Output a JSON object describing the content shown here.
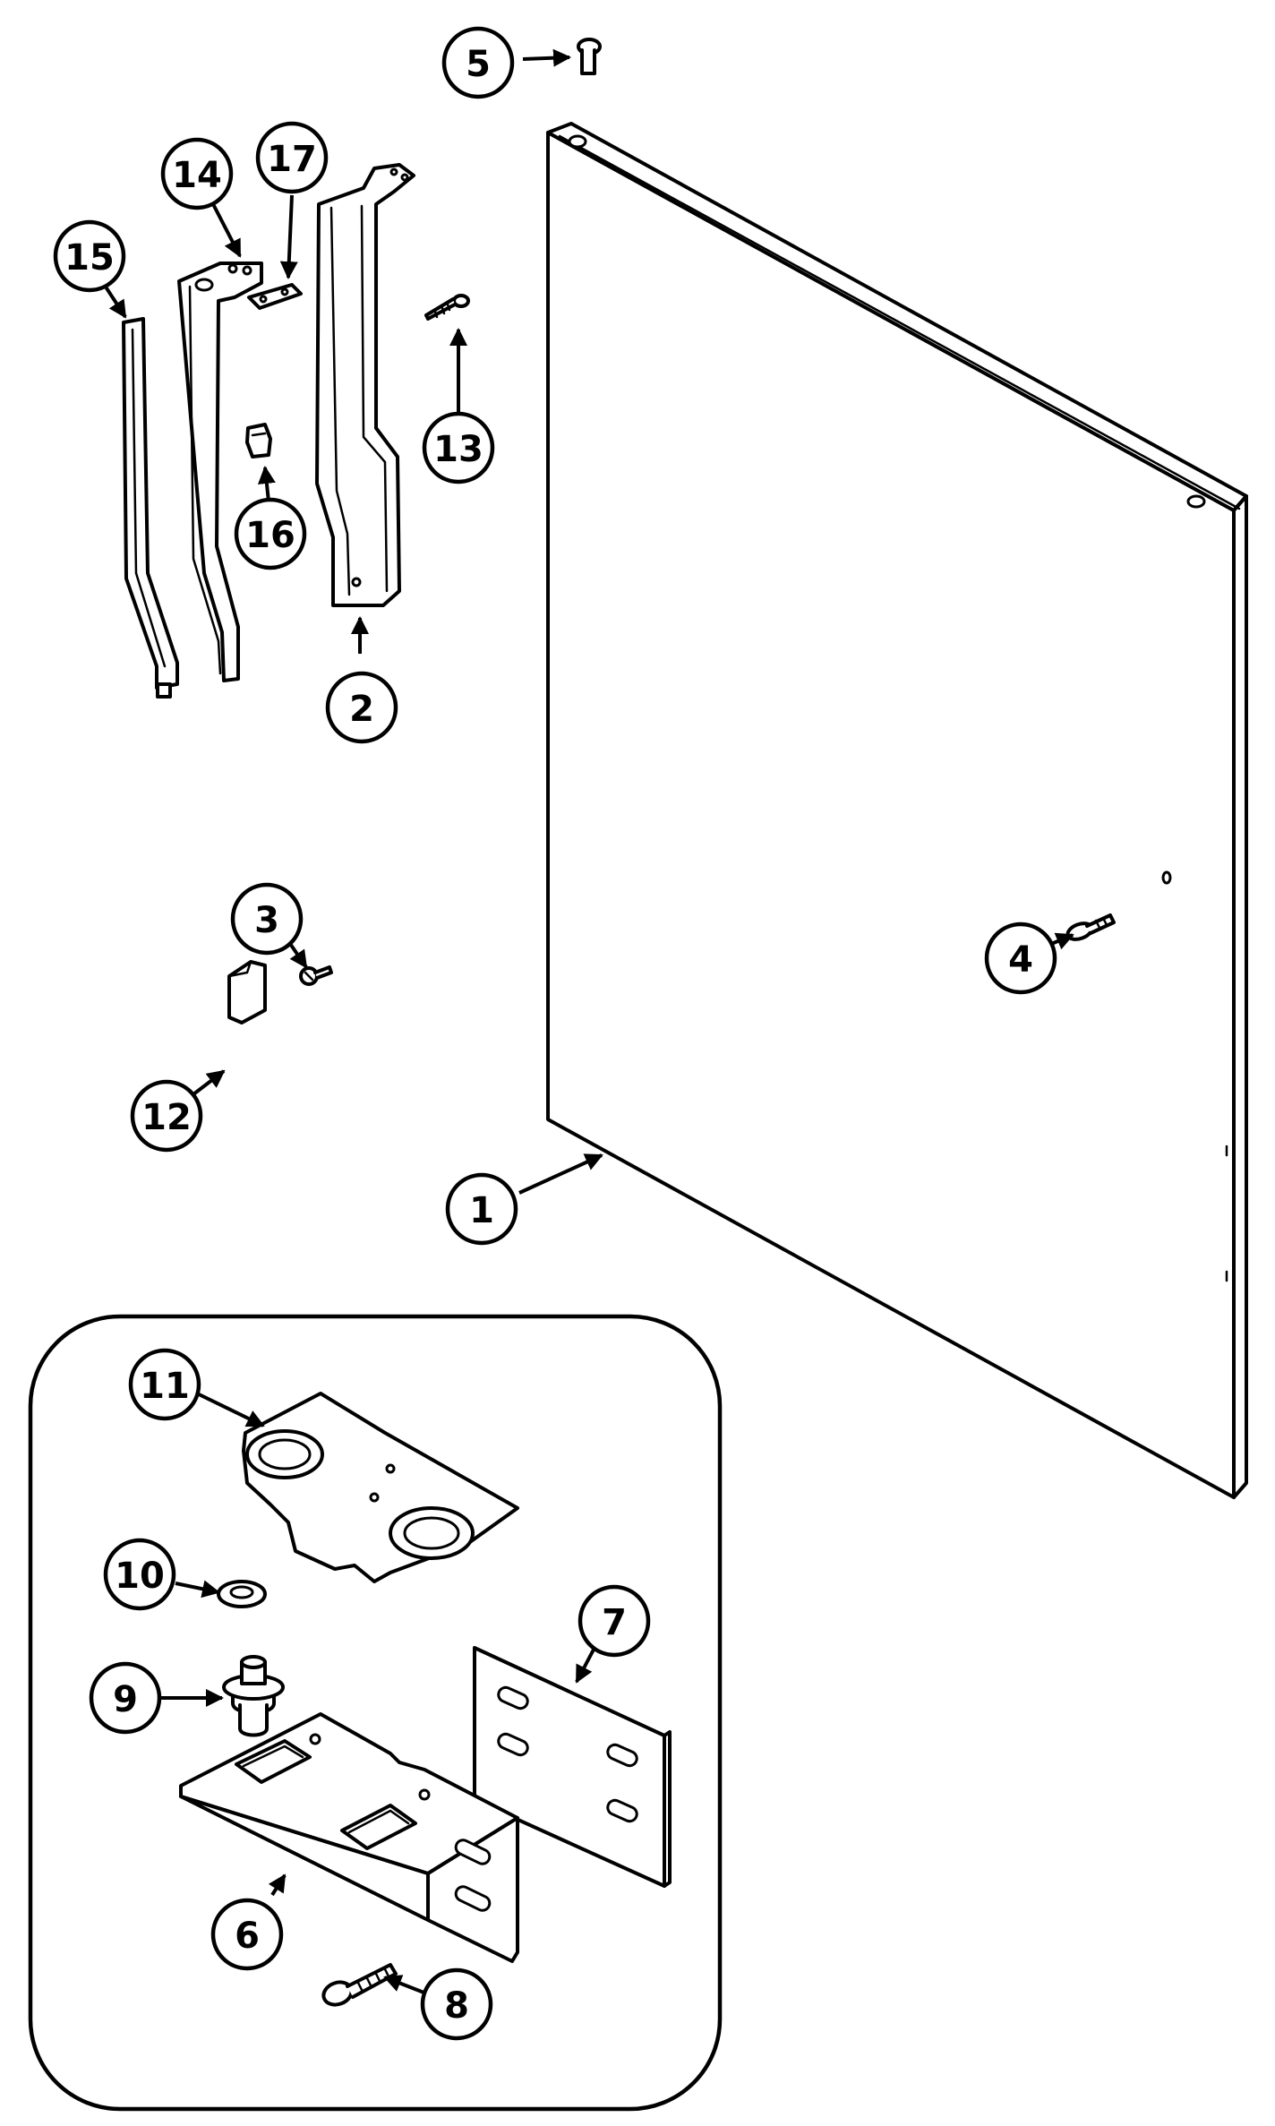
{
  "colors": {
    "ink": "#000000",
    "paper": "#ffffff"
  },
  "callouts": [
    {
      "id": "1",
      "label": "1"
    },
    {
      "id": "2",
      "label": "2"
    },
    {
      "id": "3",
      "label": "3"
    },
    {
      "id": "4",
      "label": "4"
    },
    {
      "id": "5",
      "label": "5"
    },
    {
      "id": "6",
      "label": "6"
    },
    {
      "id": "7",
      "label": "7"
    },
    {
      "id": "8",
      "label": "8"
    },
    {
      "id": "9",
      "label": "9"
    },
    {
      "id": "10",
      "label": "10"
    },
    {
      "id": "11",
      "label": "11"
    },
    {
      "id": "12",
      "label": "12"
    },
    {
      "id": "13",
      "label": "13"
    },
    {
      "id": "14",
      "label": "14"
    },
    {
      "id": "15",
      "label": "15"
    },
    {
      "id": "16",
      "label": "16"
    },
    {
      "id": "17",
      "label": "17"
    }
  ]
}
